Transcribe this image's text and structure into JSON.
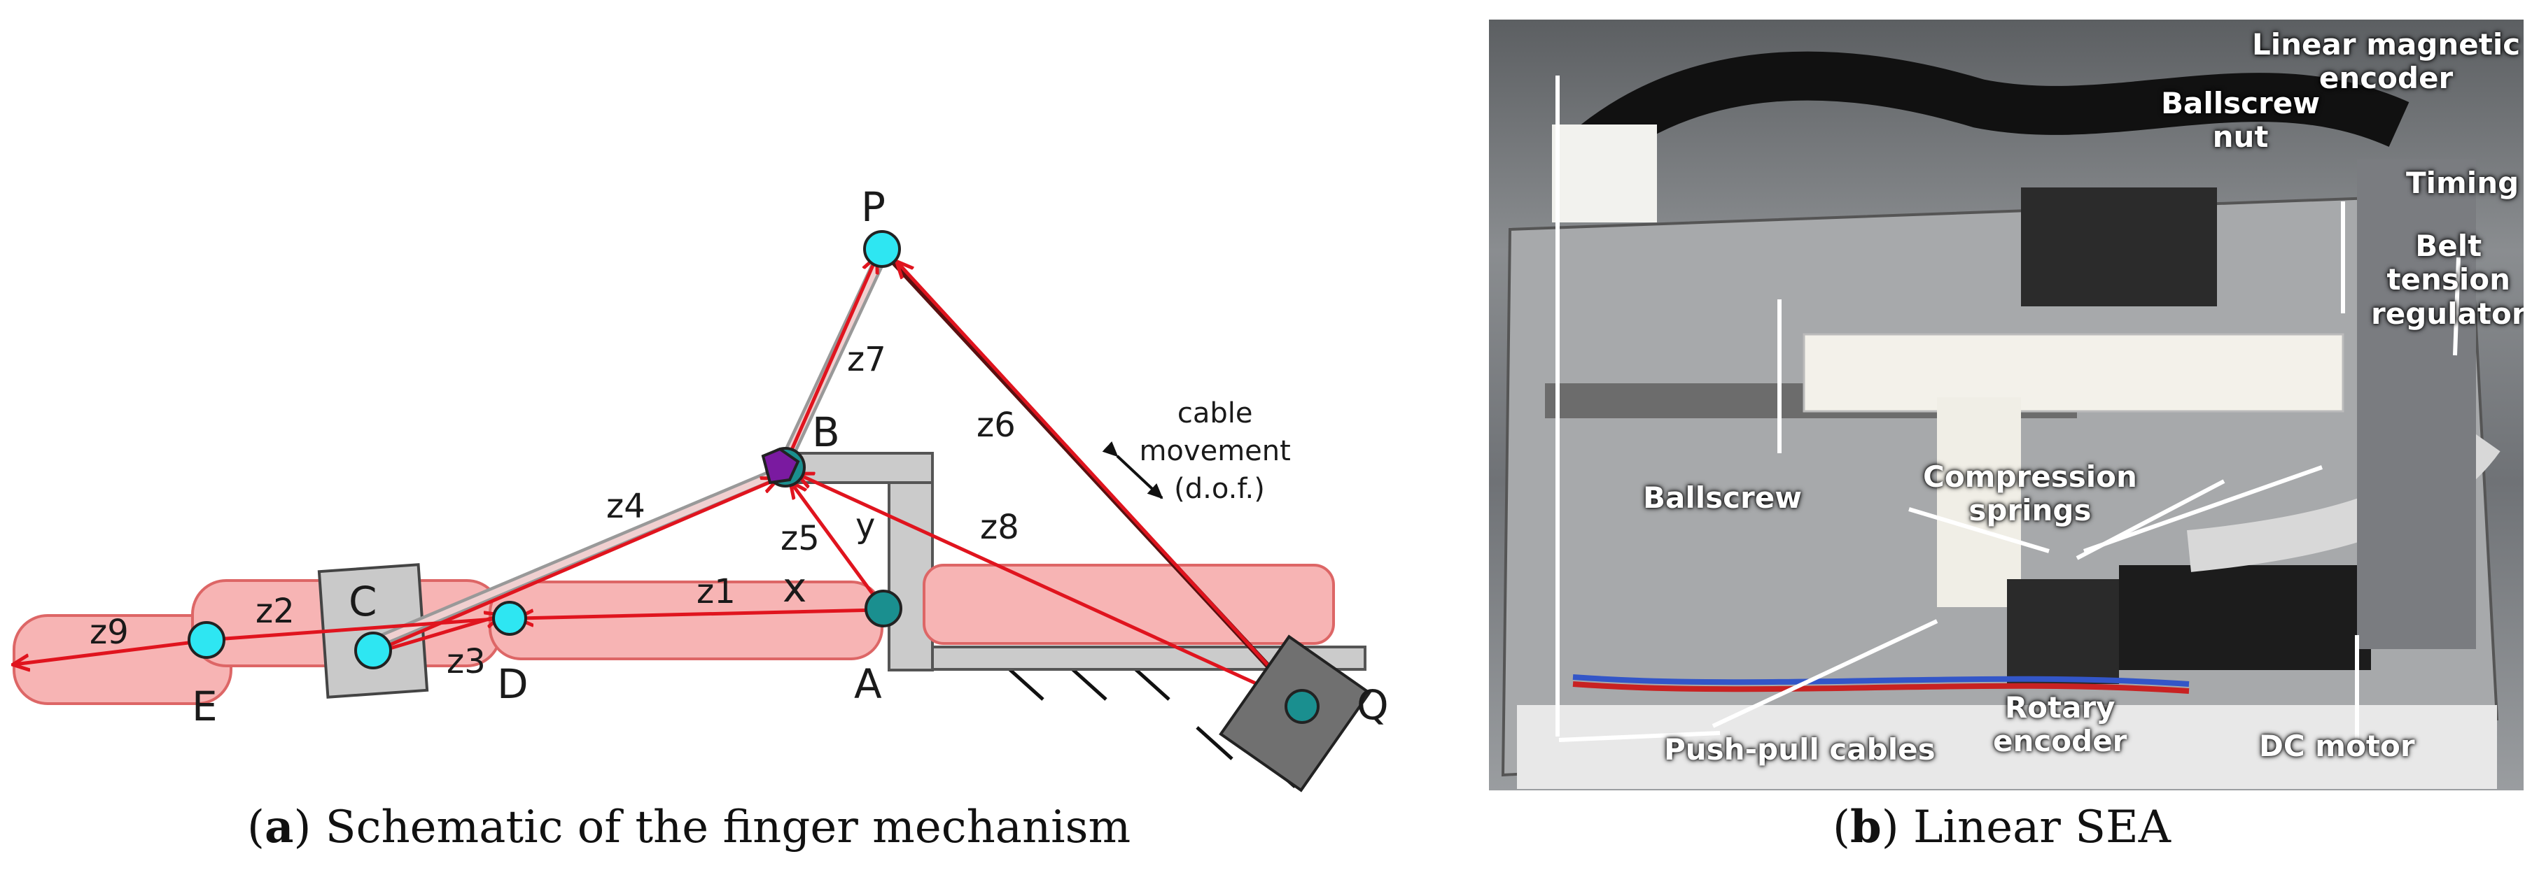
{
  "panel_a": {
    "caption_letter": "a",
    "caption_text": "Schematic of the finger mechanism",
    "points": {
      "P": "P",
      "B": "B",
      "C": "C",
      "D": "D",
      "E": "E",
      "A": "A",
      "Q": "Q"
    },
    "vectors": {
      "z1": "z1",
      "z2": "z2",
      "z3": "z3",
      "z4": "z4",
      "z5": "z5",
      "z6": "z6",
      "z7": "z7",
      "z8": "z8",
      "z9": "z9"
    },
    "axes": {
      "x": "x",
      "y": "y"
    },
    "cable_note": [
      "cable",
      "movement",
      "(d.o.f.)"
    ],
    "colors": {
      "vector": "#e0141e",
      "phalanx_fill": "#f5b5b5",
      "joint_cyan": "#2ee6f2",
      "joint_teal": "#1a8f8f",
      "joint_purple": "#7a1aa0",
      "frame_grey": "#c9c9c9"
    }
  },
  "panel_b": {
    "caption_letter": "b",
    "caption_text": "Linear SEA",
    "labels": {
      "linear_encoder": [
        "Linear magnetic",
        "encoder"
      ],
      "ballscrew_nut": [
        "Ballscrew",
        "nut"
      ],
      "timing_belt": "Timing belt",
      "belt_tension": [
        "Belt",
        "tension",
        "regulator"
      ],
      "ballscrew": "Ballscrew",
      "compression_springs": [
        "Compression",
        "springs"
      ],
      "push_pull": "Push-pull cables",
      "rotary_encoder": [
        "Rotary",
        "encoder"
      ],
      "dc_motor": "DC motor"
    }
  }
}
